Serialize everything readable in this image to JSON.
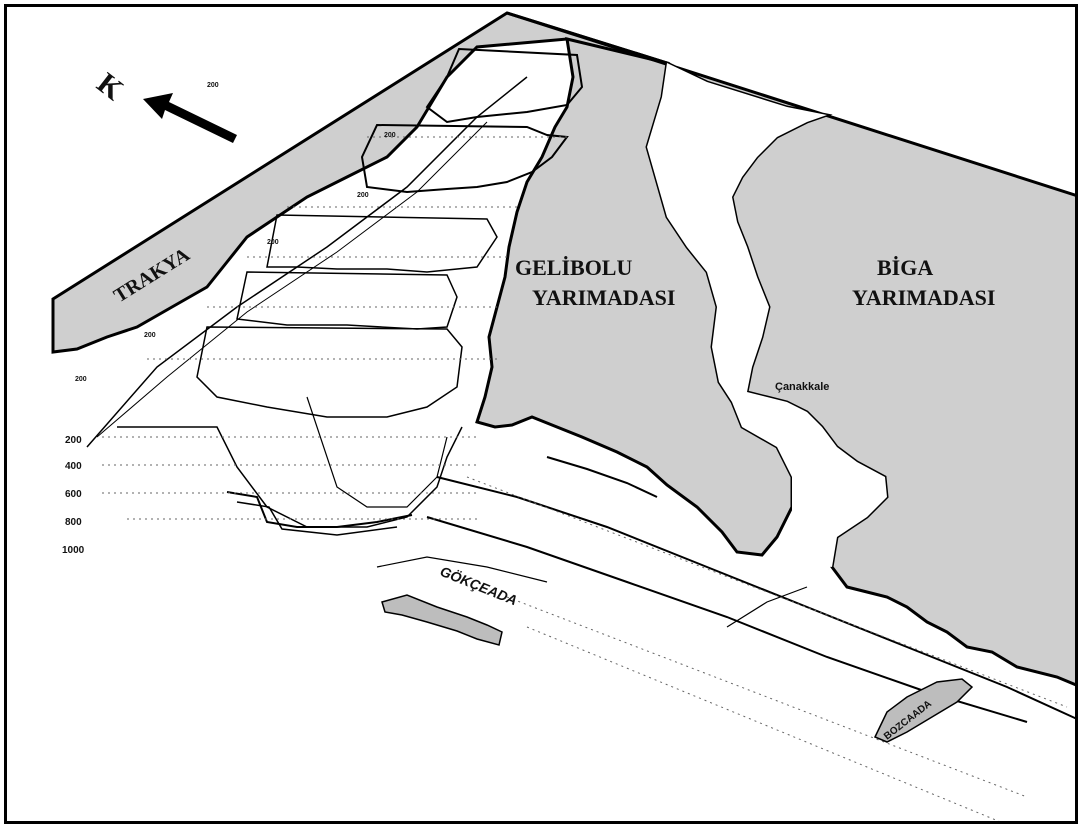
{
  "map": {
    "north_label": "K",
    "regions": {
      "trakya": "TRAKYA",
      "gelibolu_line1": "GELİBOLU",
      "gelibolu_line2": "YARIMADASI",
      "biga_line1": "BİGA",
      "biga_line2": "YARIMADASI"
    },
    "places": {
      "canakkale": "Çanakkale",
      "gokceada": "GÖKÇEADA",
      "bozcaada": "BOZCAADA"
    },
    "depth_labels": [
      "200",
      "400",
      "600",
      "800",
      "1000"
    ],
    "contour_labels": [
      "200",
      "200",
      "200",
      "200",
      "200",
      "200"
    ],
    "colors": {
      "land": "#cfcfcf",
      "outline": "#000000",
      "island_fill": "#bdbdbd",
      "background": "#ffffff"
    }
  }
}
